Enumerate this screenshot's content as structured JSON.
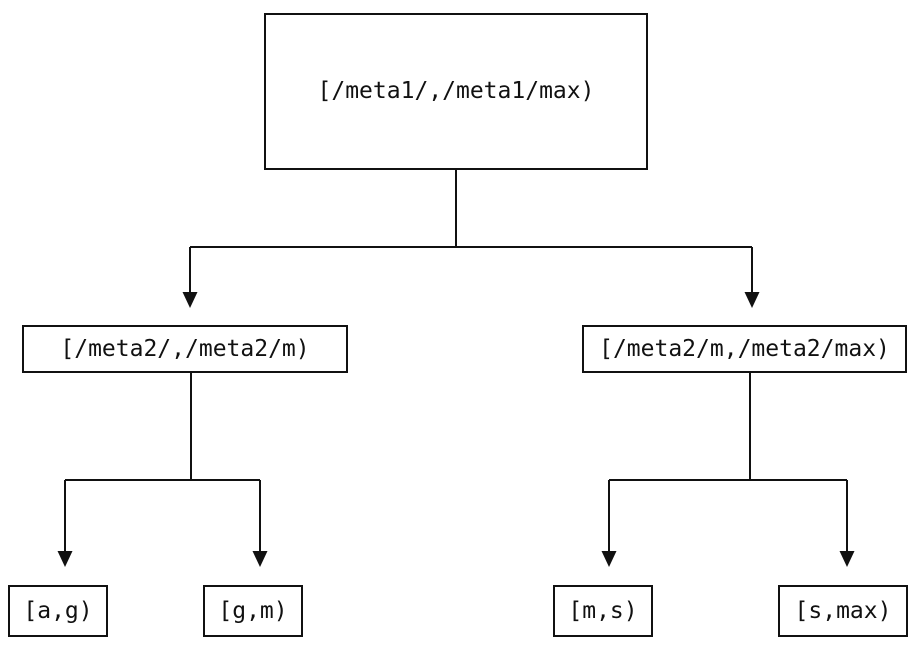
{
  "diagram": {
    "type": "tree",
    "background_color": "#ffffff",
    "line_color": "#111111",
    "node_border_color": "#111111",
    "text_color": "#111111",
    "nodes": {
      "root": {
        "label": "[/meta1/,/meta1/max)"
      },
      "left": {
        "label": "[/meta2/,/meta2/m)"
      },
      "right": {
        "label": "[/meta2/m,/meta2/max)"
      },
      "leaf_ag": {
        "label": "[a,g)"
      },
      "leaf_gm": {
        "label": "[g,m)"
      },
      "leaf_ms": {
        "label": "[m,s)"
      },
      "leaf_smax": {
        "label": "[s,max)"
      }
    },
    "edges": [
      {
        "from": "root",
        "to": "left"
      },
      {
        "from": "root",
        "to": "right"
      },
      {
        "from": "left",
        "to": "leaf_ag"
      },
      {
        "from": "left",
        "to": "leaf_gm"
      },
      {
        "from": "right",
        "to": "leaf_ms"
      },
      {
        "from": "right",
        "to": "leaf_smax"
      }
    ]
  }
}
